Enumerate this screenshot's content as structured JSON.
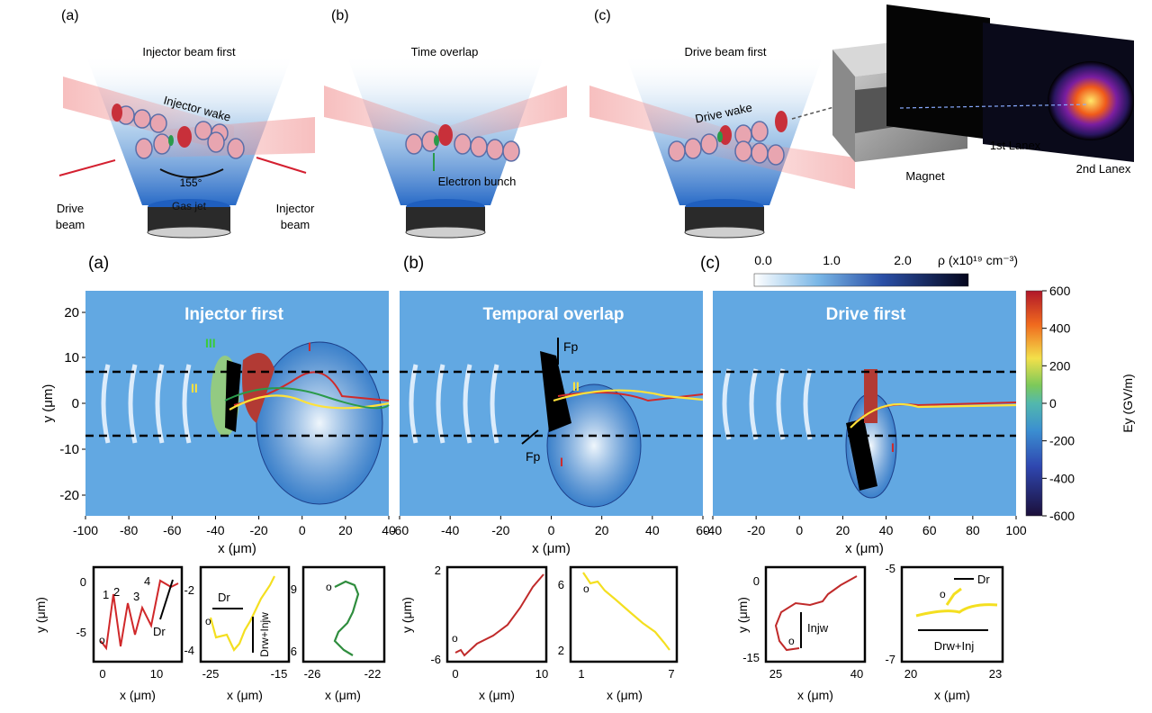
{
  "top": {
    "a": {
      "label": "(a)",
      "title": "Injector beam first",
      "wake": "Injector wake",
      "angle": "155°",
      "gas": "Gas jet",
      "drive": [
        "Drive",
        "beam"
      ],
      "injector": [
        "Injector",
        "beam"
      ]
    },
    "b": {
      "label": "(b)",
      "title": "Time overlap",
      "bunch": "Electron bunch"
    },
    "c": {
      "label": "(c)",
      "title": "Drive beam first",
      "wake": "Drive wake"
    },
    "magnet": "Magnet",
    "lanex1": "1st Lanex",
    "lanex2": "2nd Lanex"
  },
  "density_bar": {
    "ticks": [
      "0.0",
      "1.0",
      "2.0"
    ],
    "label": "ρ (x10¹⁹ cm⁻³)"
  },
  "ey_bar": {
    "ticks": [
      "600",
      "400",
      "200",
      "0",
      "-200",
      "-400",
      "-600"
    ],
    "label": "Ey (GV/m)"
  },
  "main": {
    "ylabel": "y (μm)",
    "xlabel": "x (μm)",
    "yticks": [
      "20",
      "10",
      "0",
      "-10",
      "-20"
    ],
    "panels": [
      {
        "label": "(a)",
        "title": "Injector first",
        "xticks": [
          "-100",
          "-80",
          "-60",
          "-40",
          "-20",
          "0",
          "20",
          "40"
        ],
        "markers": [
          "III",
          "II",
          "I"
        ]
      },
      {
        "label": "(b)",
        "title": "Temporal overlap",
        "xticks": [
          "-60",
          "-40",
          "-20",
          "0",
          "20",
          "40",
          "60"
        ],
        "markers": [
          "Fp",
          "Fp",
          "II",
          "I"
        ]
      },
      {
        "label": "(c)",
        "title": "Drive first",
        "xticks": [
          "-40",
          "-20",
          "0",
          "20",
          "40",
          "60",
          "80",
          "100"
        ],
        "markers": [
          "I"
        ]
      }
    ]
  },
  "insets": {
    "ylabel": "y (μm)",
    "xlabel": "x (μm)",
    "a1": {
      "yticks": [
        "0",
        "-5"
      ],
      "xticks": [
        "0",
        "10"
      ],
      "nums": [
        "1",
        "2",
        "3",
        "4"
      ],
      "o": "o",
      "dr": "Dr"
    },
    "a2": {
      "yticks": [
        "-2",
        "-4"
      ],
      "xticks": [
        "-25",
        "-15"
      ],
      "dr": "Dr",
      "drw": "Drw+Injw",
      "o": "o"
    },
    "a3": {
      "yticks": [
        "9",
        "6"
      ],
      "xticks": [
        "-26",
        "-22"
      ],
      "o": "o"
    },
    "b1": {
      "yticks": [
        "2",
        "-6"
      ],
      "xticks": [
        "0",
        "10"
      ],
      "o": "o"
    },
    "b2": {
      "yticks": [
        "6",
        "2"
      ],
      "xticks": [
        "1",
        "7"
      ],
      "o": "o"
    },
    "c1": {
      "yticks": [
        "0",
        "-15"
      ],
      "xticks": [
        "25",
        "40"
      ],
      "o": "o",
      "inj": "Injw"
    },
    "c2": {
      "yticks": [
        "-5",
        "-7"
      ],
      "xticks": [
        "20",
        "23"
      ],
      "o": "o",
      "dr": "Dr",
      "drw": "Drw+Inj"
    }
  }
}
